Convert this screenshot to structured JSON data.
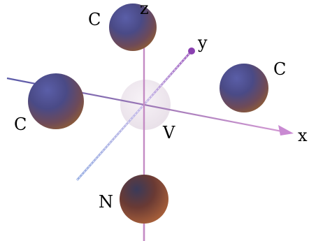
{
  "diagram": {
    "axes": {
      "x": {
        "label": "x"
      },
      "y": {
        "label": "y"
      },
      "z": {
        "label": "z"
      }
    },
    "atoms": {
      "center": {
        "label": "V"
      },
      "top": {
        "label": "C"
      },
      "left": {
        "label": "C"
      },
      "right": {
        "label": "C"
      },
      "bottom": {
        "label": "N"
      }
    }
  },
  "colors": {
    "axis_pink": "#c48bc4",
    "axis_blue": "#9aa8de",
    "atom_c_top": "#4b4f8f",
    "atom_c_bottom": "#8a4a3a",
    "atom_n": "#7a4030",
    "atom_v": "#ece4ec"
  }
}
